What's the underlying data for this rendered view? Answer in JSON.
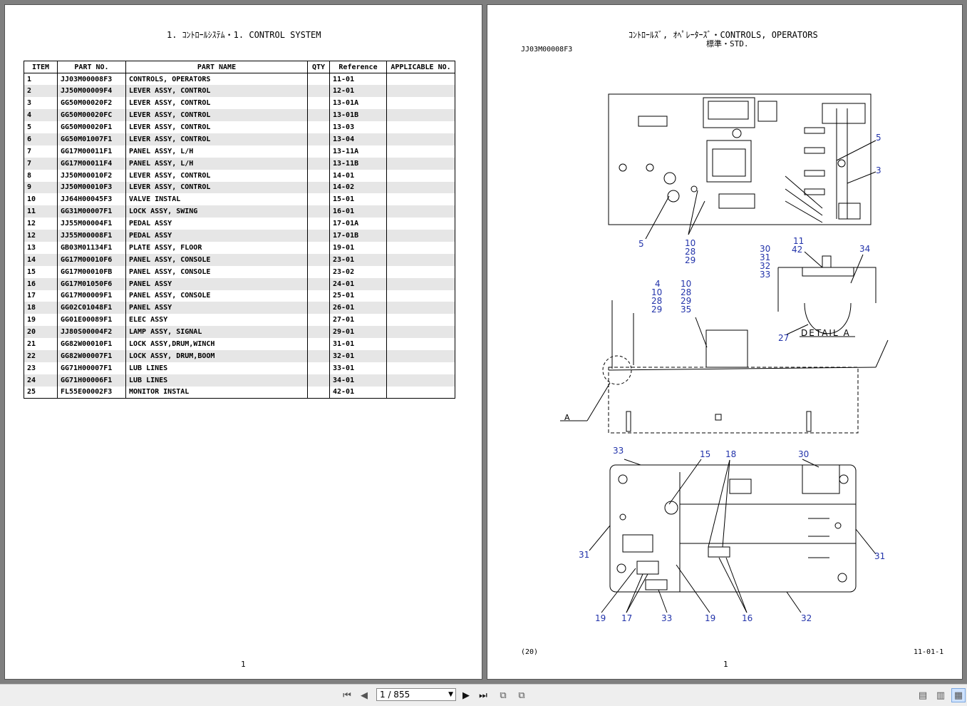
{
  "left_page": {
    "title": "1. ｺﾝﾄﾛｰﾙｼｽﾃﾑ・1. CONTROL SYSTEM",
    "page_number": "1",
    "columns": [
      "ITEM",
      "PART NO.",
      "PART NAME",
      "QTY",
      "Reference",
      "APPLICABLE NO."
    ],
    "rows": [
      {
        "item": "1",
        "part_no": "JJ03M00008F3",
        "name": "CONTROLS, OPERATORS",
        "qty": "",
        "ref": "11-01",
        "applicable": ""
      },
      {
        "item": "2",
        "part_no": "JJ50M00009F4",
        "name": "LEVER ASSY, CONTROL",
        "qty": "",
        "ref": "12-01",
        "applicable": ""
      },
      {
        "item": "3",
        "part_no": "GG50M00020F2",
        "name": "LEVER ASSY, CONTROL",
        "qty": "",
        "ref": "13-01A",
        "applicable": ""
      },
      {
        "item": "4",
        "part_no": "GG50M00020FC",
        "name": "LEVER ASSY, CONTROL",
        "qty": "",
        "ref": "13-01B",
        "applicable": ""
      },
      {
        "item": "5",
        "part_no": "GG50M00020F1",
        "name": "LEVER ASSY, CONTROL",
        "qty": "",
        "ref": "13-03",
        "applicable": ""
      },
      {
        "item": "6",
        "part_no": "GG50M01007F1",
        "name": "LEVER ASSY, CONTROL",
        "qty": "",
        "ref": "13-04",
        "applicable": ""
      },
      {
        "item": "7",
        "part_no": "GG17M00011F1",
        "name": "PANEL ASSY, L/H",
        "qty": "",
        "ref": "13-11A",
        "applicable": ""
      },
      {
        "item": "7",
        "part_no": "GG17M00011F4",
        "name": "PANEL ASSY, L/H",
        "qty": "",
        "ref": "13-11B",
        "applicable": ""
      },
      {
        "item": "8",
        "part_no": "JJ50M00010F2",
        "name": "LEVER ASSY, CONTROL",
        "qty": "",
        "ref": "14-01",
        "applicable": ""
      },
      {
        "item": "9",
        "part_no": "JJ50M00010F3",
        "name": "LEVER ASSY, CONTROL",
        "qty": "",
        "ref": "14-02",
        "applicable": ""
      },
      {
        "item": "10",
        "part_no": "JJ64H00045F3",
        "name": "VALVE INSTAL",
        "qty": "",
        "ref": "15-01",
        "applicable": ""
      },
      {
        "item": "11",
        "part_no": "GG31M00007F1",
        "name": "LOCK ASSY, SWING",
        "qty": "",
        "ref": "16-01",
        "applicable": ""
      },
      {
        "item": "12",
        "part_no": "JJ55M00004F1",
        "name": "PEDAL ASSY",
        "qty": "",
        "ref": "17-01A",
        "applicable": ""
      },
      {
        "item": "12",
        "part_no": "JJ55M00008F1",
        "name": "PEDAL ASSY",
        "qty": "",
        "ref": "17-01B",
        "applicable": ""
      },
      {
        "item": "13",
        "part_no": "GB03M01134F1",
        "name": "PLATE ASSY, FLOOR",
        "qty": "",
        "ref": "19-01",
        "applicable": ""
      },
      {
        "item": "14",
        "part_no": "GG17M00010F6",
        "name": "PANEL ASSY, CONSOLE",
        "qty": "",
        "ref": "23-01",
        "applicable": ""
      },
      {
        "item": "15",
        "part_no": "GG17M00010FB",
        "name": "PANEL ASSY, CONSOLE",
        "qty": "",
        "ref": "23-02",
        "applicable": ""
      },
      {
        "item": "16",
        "part_no": "GG17M01050F6",
        "name": "PANEL ASSY",
        "qty": "",
        "ref": "24-01",
        "applicable": ""
      },
      {
        "item": "17",
        "part_no": "GG17M00009F1",
        "name": "PANEL ASSY, CONSOLE",
        "qty": "",
        "ref": "25-01",
        "applicable": ""
      },
      {
        "item": "18",
        "part_no": "GG02C01048F1",
        "name": "PANEL ASSY",
        "qty": "",
        "ref": "26-01",
        "applicable": ""
      },
      {
        "item": "19",
        "part_no": "GG01E00089F1",
        "name": "ELEC ASSY",
        "qty": "",
        "ref": "27-01",
        "applicable": ""
      },
      {
        "item": "20",
        "part_no": "JJ80S00004F2",
        "name": "LAMP ASSY, SIGNAL",
        "qty": "",
        "ref": "29-01",
        "applicable": ""
      },
      {
        "item": "21",
        "part_no": "GG82W00010F1",
        "name": "LOCK ASSY,DRUM,WINCH",
        "qty": "",
        "ref": "31-01",
        "applicable": ""
      },
      {
        "item": "22",
        "part_no": "GG82W00007F1",
        "name": "LOCK ASSY, DRUM,BOOM",
        "qty": "",
        "ref": "32-01",
        "applicable": ""
      },
      {
        "item": "23",
        "part_no": "GG71H00007F1",
        "name": "LUB LINES",
        "qty": "",
        "ref": "33-01",
        "applicable": ""
      },
      {
        "item": "24",
        "part_no": "GG71H00006F1",
        "name": "LUB LINES",
        "qty": "",
        "ref": "34-01",
        "applicable": ""
      },
      {
        "item": "25",
        "part_no": "FL55E00002F3",
        "name": "MONITOR INSTAL",
        "qty": "",
        "ref": "42-01",
        "applicable": ""
      }
    ]
  },
  "right_page": {
    "title_line1": "ｺﾝﾄﾛｰﾙｽﾞ, ｵﾍﾟﾚｰﾀｰｽﾞ・CONTROLS, OPERATORS",
    "title_line2": "標準・STD.",
    "part_no": "JJ03M00008F3",
    "page_code": "(20)",
    "ref_code": "11-01-1",
    "page_number": "1",
    "detail_label": "DETAIL A",
    "view_label": "A",
    "callouts": {
      "c5a": "5",
      "c3": "3",
      "c5b": "5",
      "c10a": "10",
      "c28a": "28",
      "c29a": "29",
      "c30a": "30",
      "c31a": "31",
      "c32a": "32",
      "c33a": "33",
      "c11": "11",
      "c42": "42",
      "c34": "34",
      "c27": "27",
      "c4": "4",
      "c10b": "10",
      "c28b": "28",
      "c29b": "29",
      "c10c": "10",
      "c28c": "28",
      "c29c": "29",
      "c35": "35",
      "c33b": "33",
      "c15": "15",
      "c18": "18",
      "c30b": "30",
      "c31b": "31",
      "c31c": "31",
      "c19a": "19",
      "c17": "17",
      "c33c": "33",
      "c19b": "19",
      "c16": "16",
      "c32b": "32"
    }
  },
  "toolbar": {
    "page_indicator": "1 / 855"
  }
}
